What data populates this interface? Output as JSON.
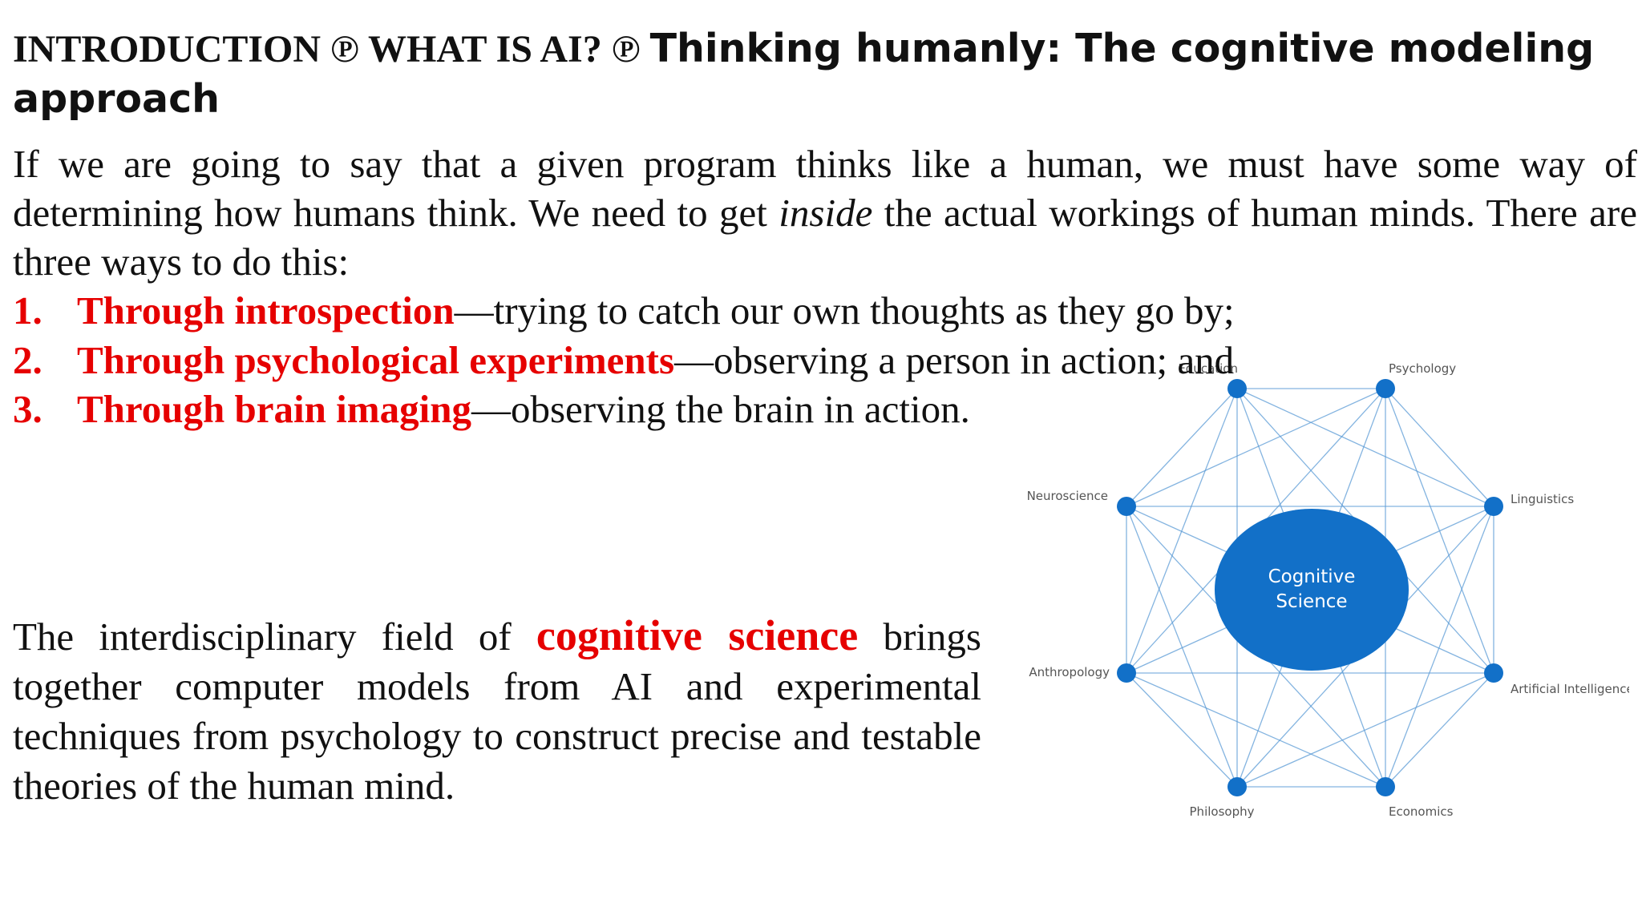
{
  "title": {
    "part1": "INTRODUCTION ℗ WHAT IS AI? ℗ ",
    "part2": "Thinking humanly: The cognitive modeling approach"
  },
  "intro": {
    "before": "If we are going to say that a given program thinks like a human, we must have some way of determining how humans think. We need to get ",
    "italic": "inside",
    "after": " the actual workings of human minds. There are three ways to do this:"
  },
  "ways": [
    {
      "num": "1.",
      "lead": "Through introspection",
      "rest": "—trying to catch our own thoughts as they go by;"
    },
    {
      "num": "2.",
      "lead": "Through psychological experiments",
      "rest": "—observing a person in action; and"
    },
    {
      "num": "3.",
      "lead": "Through brain imaging",
      "rest": "—observing the brain in action."
    }
  ],
  "paragraph": {
    "before": "The interdisciplinary field of ",
    "emph": "cognitive science",
    "after": " brings together computer models from AI and experimental techniques from psychology to construct precise and testable theories of the human mind."
  },
  "diagram": {
    "center_line1": "Cognitive",
    "center_line2": "Science",
    "node_color": "#1270c8",
    "edge_color": "#5b9bd5",
    "nodes": [
      {
        "key": "education",
        "label": "Education"
      },
      {
        "key": "psychology",
        "label": "Psychology"
      },
      {
        "key": "linguistics",
        "label": "Linguistics"
      },
      {
        "key": "ai",
        "label": "Artificial Intelligence"
      },
      {
        "key": "economics",
        "label": "Economics"
      },
      {
        "key": "philosophy",
        "label": "Philosophy"
      },
      {
        "key": "anthropology",
        "label": "Anthropology"
      },
      {
        "key": "neuroscience",
        "label": "Neuroscience"
      }
    ]
  },
  "colors": {
    "accent_red": "#e60000",
    "text": "#111111"
  }
}
